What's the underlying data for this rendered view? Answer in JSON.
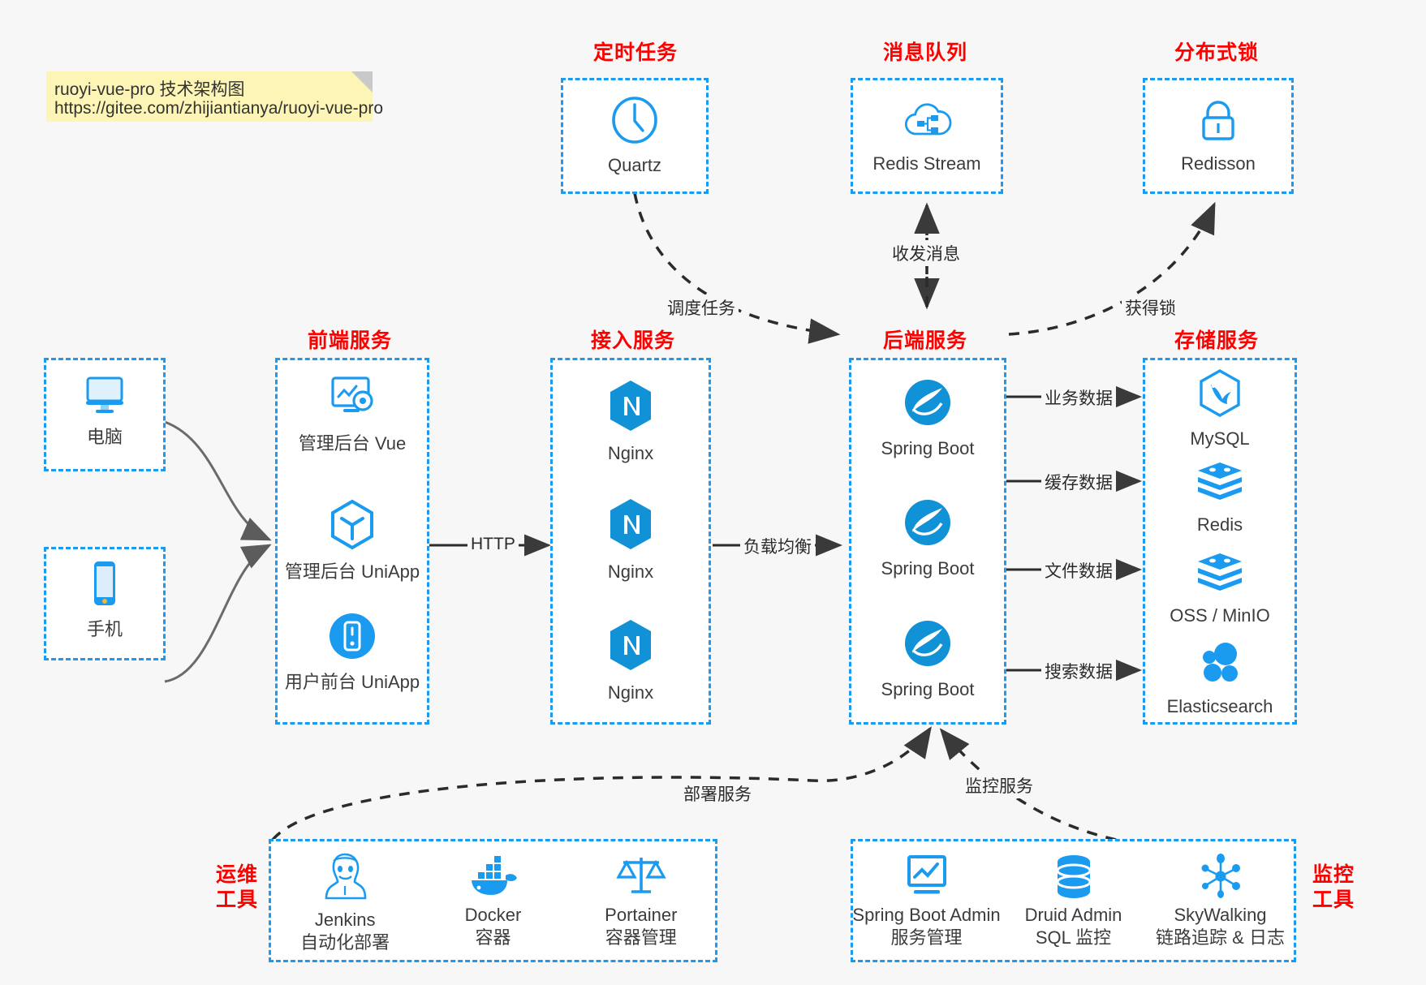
{
  "note": {
    "line1": "ruoyi-vue-pro 技术架构图",
    "line2": "https://gitee.com/zhijiantianya/ruoyi-vue-pro"
  },
  "colors": {
    "accent": "#1a9bf0",
    "group_title": "#ff0000",
    "background": "#f7f7f7",
    "note_bg": "#fdf5b5",
    "text": "#3c3c3c",
    "edge": "#2b2b2b"
  },
  "groups": {
    "scheduler": {
      "title": "定时任务"
    },
    "mq": {
      "title": "消息队列"
    },
    "lock": {
      "title": "分布式锁"
    },
    "frontend": {
      "title": "前端服务"
    },
    "gateway": {
      "title": "接入服务"
    },
    "backend": {
      "title": "后端服务"
    },
    "storage": {
      "title": "存储服务"
    },
    "devops": {
      "title_line1": "运维",
      "title_line2": "工具"
    },
    "monitor": {
      "title_line1": "监控",
      "title_line2": "工具"
    }
  },
  "clients": [
    {
      "label": "电脑",
      "icon": "desktop-icon"
    },
    {
      "label": "手机",
      "icon": "phone-icon"
    }
  ],
  "scheduler_nodes": [
    {
      "label": "Quartz",
      "icon": "clock-icon"
    }
  ],
  "mq_nodes": [
    {
      "label": "Redis Stream",
      "icon": "cloud-node-icon"
    }
  ],
  "lock_nodes": [
    {
      "label": "Redisson",
      "icon": "padlock-icon"
    }
  ],
  "frontend_nodes": [
    {
      "label": "管理后台 Vue",
      "icon": "dashboard-gear-icon"
    },
    {
      "label": "管理后台 UniApp",
      "icon": "uniapp-cube-icon"
    },
    {
      "label": "用户前台 UniApp",
      "icon": "mobile-circle-icon"
    }
  ],
  "gateway_nodes": [
    {
      "label": "Nginx",
      "icon": "nginx-icon"
    },
    {
      "label": "Nginx",
      "icon": "nginx-icon"
    },
    {
      "label": "Nginx",
      "icon": "nginx-icon"
    }
  ],
  "backend_nodes": [
    {
      "label": "Spring Boot",
      "icon": "spring-boot-icon"
    },
    {
      "label": "Spring Boot",
      "icon": "spring-boot-icon"
    },
    {
      "label": "Spring Boot",
      "icon": "spring-boot-icon"
    }
  ],
  "storage_nodes": [
    {
      "label": "MySQL",
      "icon": "mysql-icon"
    },
    {
      "label": "Redis",
      "icon": "redis-icon"
    },
    {
      "label": "OSS / MinIO",
      "icon": "oss-minio-icon"
    },
    {
      "label": "Elasticsearch",
      "icon": "elasticsearch-icon"
    }
  ],
  "devops_nodes": [
    {
      "name": "Jenkins",
      "desc": "自动化部署",
      "icon": "jenkins-icon"
    },
    {
      "name": "Docker",
      "desc": "容器",
      "icon": "docker-icon"
    },
    {
      "name": "Portainer",
      "desc": "容器管理",
      "icon": "scales-icon"
    }
  ],
  "monitor_nodes": [
    {
      "name": "Spring Boot Admin",
      "desc": "服务管理",
      "icon": "monitor-chart-icon"
    },
    {
      "name": "Druid Admin",
      "desc": "SQL 监控",
      "icon": "database-icon"
    },
    {
      "name": "SkyWalking",
      "desc": "链路追踪 & 日志",
      "icon": "skywalking-icon"
    }
  ],
  "edges": {
    "http": "HTTP",
    "load_balance": "负载均衡",
    "schedule_task": "调度任务",
    "send_receive_message": "收发消息",
    "acquire_lock": "获得锁",
    "business_data": "业务数据",
    "cache_data": "缓存数据",
    "file_data": "文件数据",
    "search_data": "搜索数据",
    "deploy_service": "部署服务",
    "monitor_service": "监控服务"
  }
}
